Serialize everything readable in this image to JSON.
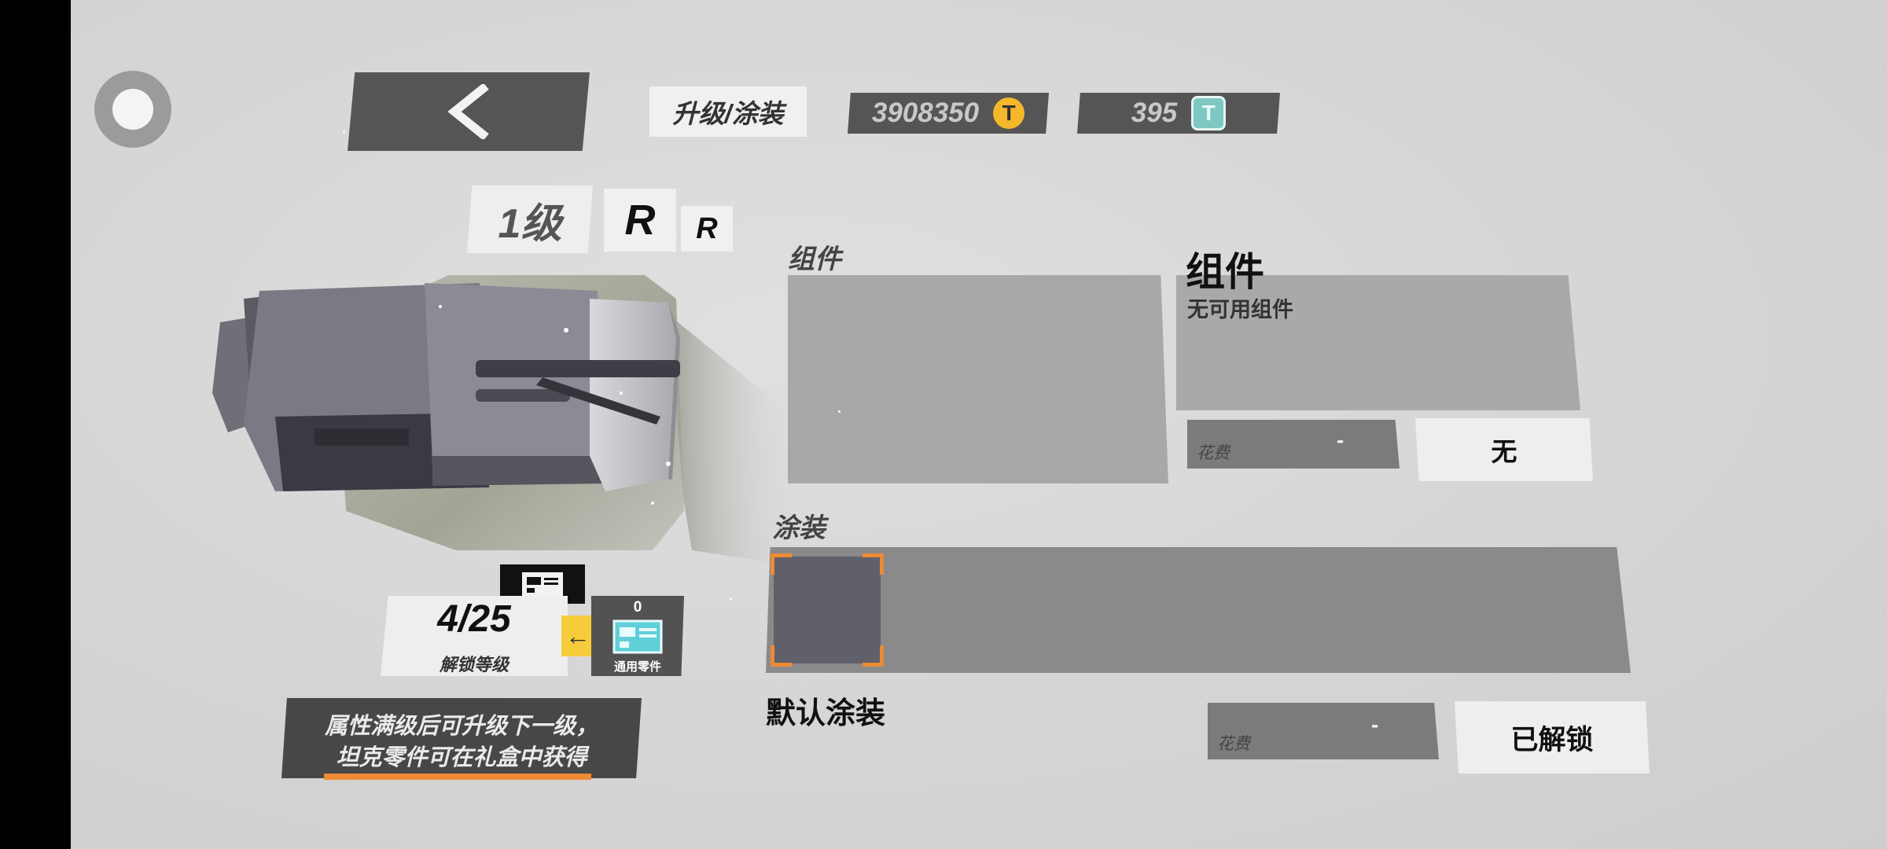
{
  "header": {
    "title": "升级/涂装",
    "gold_amount": "3908350",
    "gold_icon": "T",
    "token_amount": "395",
    "token_icon": "T"
  },
  "tank": {
    "level": "1级",
    "rank_large": "R",
    "rank_small": "R"
  },
  "components": {
    "section_label": "组件",
    "info_title": "组件",
    "info_text": "无可用组件",
    "cost_label": "花费",
    "cost_value": "-",
    "button_label": "无"
  },
  "skins": {
    "section_label": "涂装",
    "selected_name": "默认涂装",
    "cost_label": "花费",
    "cost_value": "-",
    "button_label": "已解锁"
  },
  "unlock": {
    "progress": "4/25",
    "label": "解锁等级",
    "arrow": "←",
    "part_count": "0",
    "part_name": "通用零件"
  },
  "hint": {
    "line1": "属性满级后可升级下一级，",
    "line2": "坦克零件可在礼盒中获得"
  },
  "colors": {
    "accent_orange": "#ee8a33",
    "gold_coin": "#f4b82a",
    "token_teal": "#7fc7c2",
    "arrow_yellow": "#f5cd3b",
    "dark_panel": "#555555"
  }
}
